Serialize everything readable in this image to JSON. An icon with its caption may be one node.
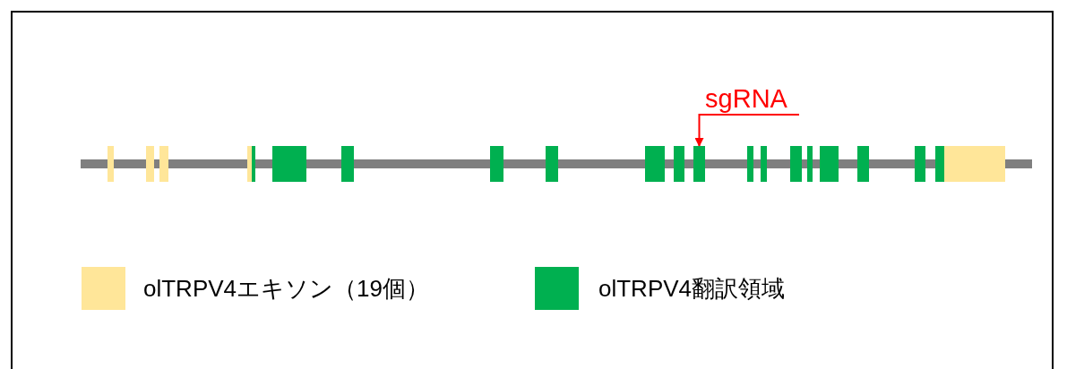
{
  "diagram": {
    "nodes": [
      {
        "text": [
          "sgRNA"
        ]
      },
      {
        "text": [],
        "shape": "bar"
      }
    ],
    "edges": [
      {
        "from": 0,
        "to": 1,
        "arrow": "to"
      }
    ],
    "legend": [
      {
        "text": "olTRPV4エキソン（19個）",
        "color": "#ffe699"
      },
      {
        "text": "olTRPV4翻訳領域",
        "color": "#00b050"
      }
    ]
  }
}
